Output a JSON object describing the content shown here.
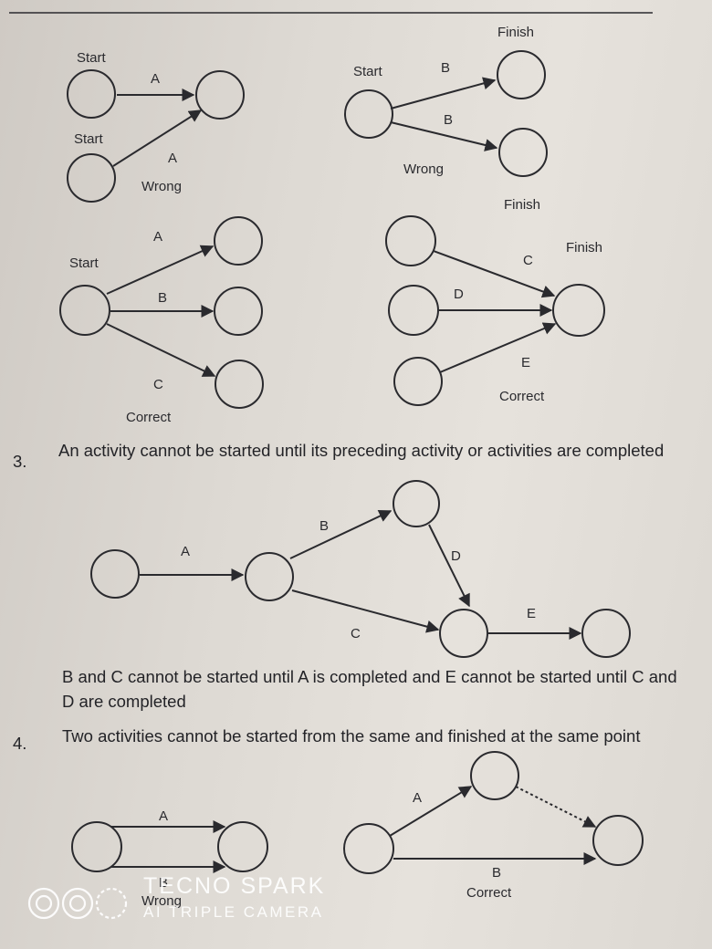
{
  "diagram1": {
    "wrong_left": {
      "start_top": "Start",
      "start_bottom": "Start",
      "edge_a_top": "A",
      "edge_a_bottom": "A",
      "caption": "Wrong"
    },
    "wrong_right": {
      "start": "Start",
      "finish": "Finish",
      "edge_b_top": "B",
      "edge_b_bottom": "B",
      "caption": "Wrong"
    },
    "correct_left": {
      "start": "Start",
      "edge_a": "A",
      "edge_b": "B",
      "edge_c": "C",
      "caption": "Correct"
    },
    "correct_right": {
      "finish_top": "Finish",
      "finish": "Finish",
      "edge_c": "C",
      "edge_d": "D",
      "edge_e": "E",
      "caption": "Correct"
    }
  },
  "rule3": {
    "number": "3.",
    "text": "An activity cannot be started until its preceding activity or activities are completed",
    "edge_a": "A",
    "edge_b": "B",
    "edge_c": "C",
    "edge_d": "D",
    "edge_e": "E",
    "explanation": "B and C cannot be started until A is completed and E cannot be started until C and D are completed"
  },
  "rule4": {
    "number": "4.",
    "text": "Two activities cannot be started from the same and finished at the same point",
    "wrong": {
      "edge_a": "A",
      "edge_b": "B",
      "caption": "Wrong"
    },
    "correct": {
      "edge_a": "A",
      "edge_b": "B",
      "caption": "Correct"
    }
  },
  "watermark": {
    "brand": "TECNO SPARK",
    "sub": "AI TRIPLE CAMERA"
  }
}
